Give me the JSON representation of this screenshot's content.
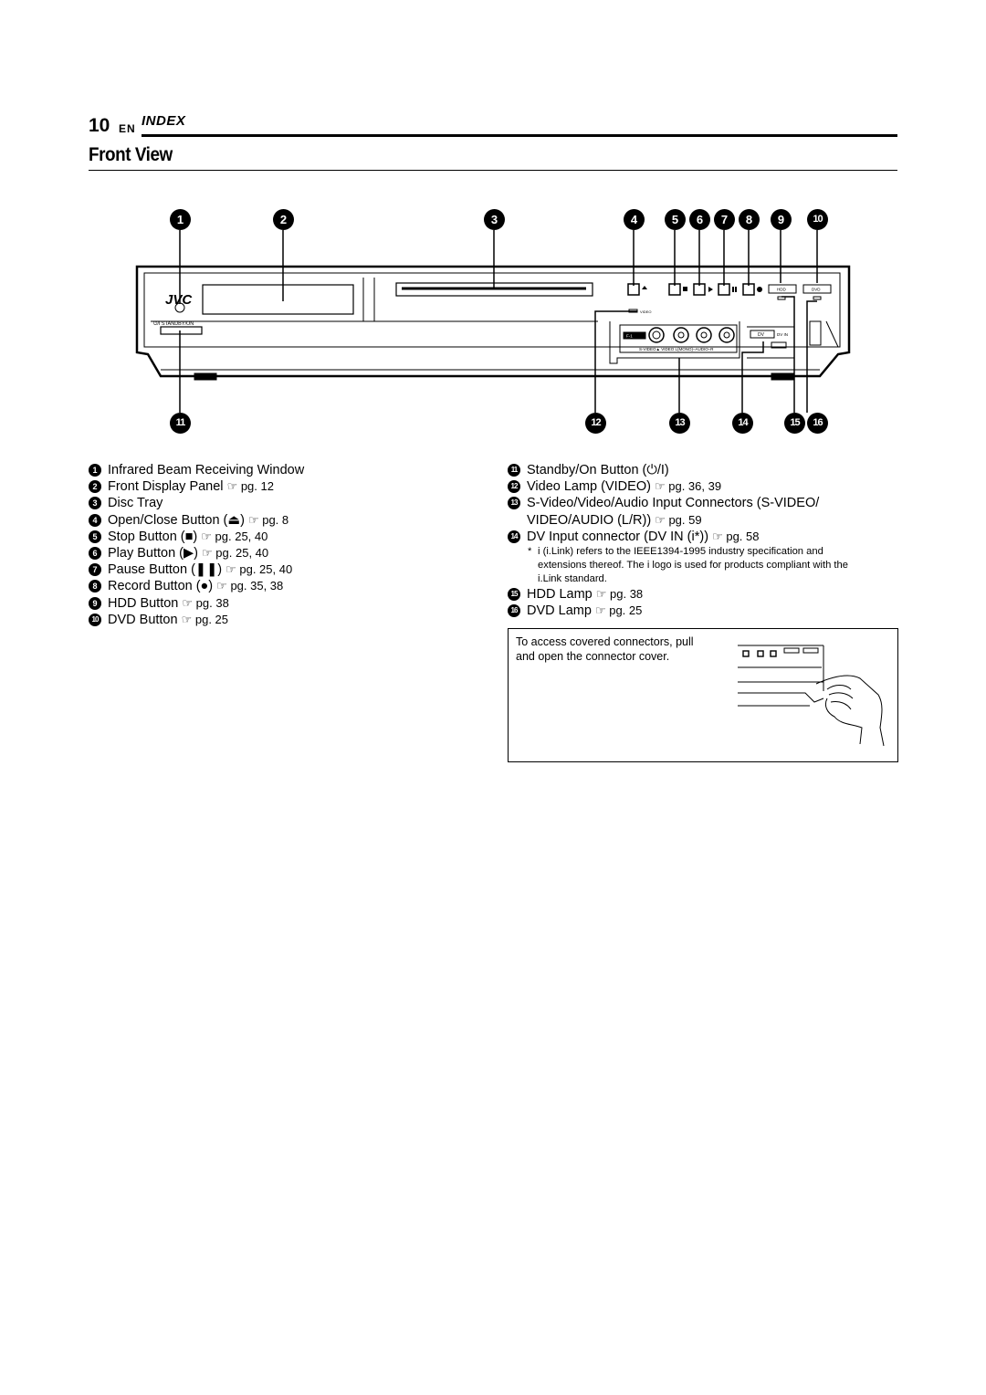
{
  "header": {
    "page_number": "10",
    "language": "EN",
    "section": "INDEX"
  },
  "title": "Front View",
  "diagram": {
    "brand": "JVC",
    "standby_label": "⏻/I STANDBY/ON",
    "video_lamp_label": "VIDEO",
    "input_label": "F-1",
    "connector_labels": "S-VIDEO▲   VIDEO   L(MONO)–AUDIO–R",
    "dv_label": "DV",
    "dv_in_label": "DV IN",
    "hdd_label": "HDD",
    "dvd_label": "DVD",
    "callouts_top": [
      "1",
      "2",
      "3",
      "4",
      "5",
      "6",
      "7",
      "8",
      "9",
      "10"
    ],
    "callouts_bottom": [
      "11",
      "12",
      "13",
      "14",
      "15",
      "16"
    ]
  },
  "left_list": [
    {
      "num": "1",
      "text": "Infrared Beam Receiving Window",
      "ref": ""
    },
    {
      "num": "2",
      "text": "Front Display Panel",
      "ref": "☞ pg. 12"
    },
    {
      "num": "3",
      "text": "Disc Tray",
      "ref": ""
    },
    {
      "num": "4",
      "text": "Open/Close Button (⏏)",
      "ref": "☞ pg. 8"
    },
    {
      "num": "5",
      "text": "Stop Button (■)",
      "ref": "☞ pg. 25, 40"
    },
    {
      "num": "6",
      "text": "Play Button (▶)",
      "ref": "☞ pg. 25, 40"
    },
    {
      "num": "7",
      "text": "Pause Button (❚❚)",
      "ref": "☞ pg. 25, 40"
    },
    {
      "num": "8",
      "text": "Record Button (●)",
      "ref": "☞ pg. 35, 38"
    },
    {
      "num": "9",
      "text": "HDD Button",
      "ref": "☞ pg. 38"
    },
    {
      "num": "10",
      "text": "DVD Button",
      "ref": "☞ pg. 25"
    }
  ],
  "right_list": {
    "item11": {
      "num": "11",
      "text": "Standby/On Button (⏻/I)"
    },
    "item12": {
      "num": "12",
      "text": "Video Lamp (VIDEO)",
      "ref": "☞ pg. 36, 39"
    },
    "item13": {
      "num": "13",
      "text": "S-Video/Video/Audio Input Connectors (S-VIDEO/",
      "cont": "VIDEO/AUDIO (L/R))",
      "ref": "☞ pg. 59"
    },
    "item14": {
      "num": "14",
      "text": "DV Input connector (DV IN (i*))",
      "ref": "☞ pg. 58"
    },
    "note_star": "*",
    "note_lines": [
      "i (i.Link) refers to the IEEE1394-1995 industry specification and",
      "extensions thereof. The i logo is used for products compliant with the",
      "i.Link standard."
    ],
    "item15": {
      "num": "15",
      "text": "HDD Lamp",
      "ref": "☞ pg. 38"
    },
    "item16": {
      "num": "16",
      "text": "DVD Lamp",
      "ref": "☞ pg. 25"
    }
  },
  "tip_box": {
    "line1": "To access covered connectors, pull",
    "line2": "and open the connector cover."
  }
}
